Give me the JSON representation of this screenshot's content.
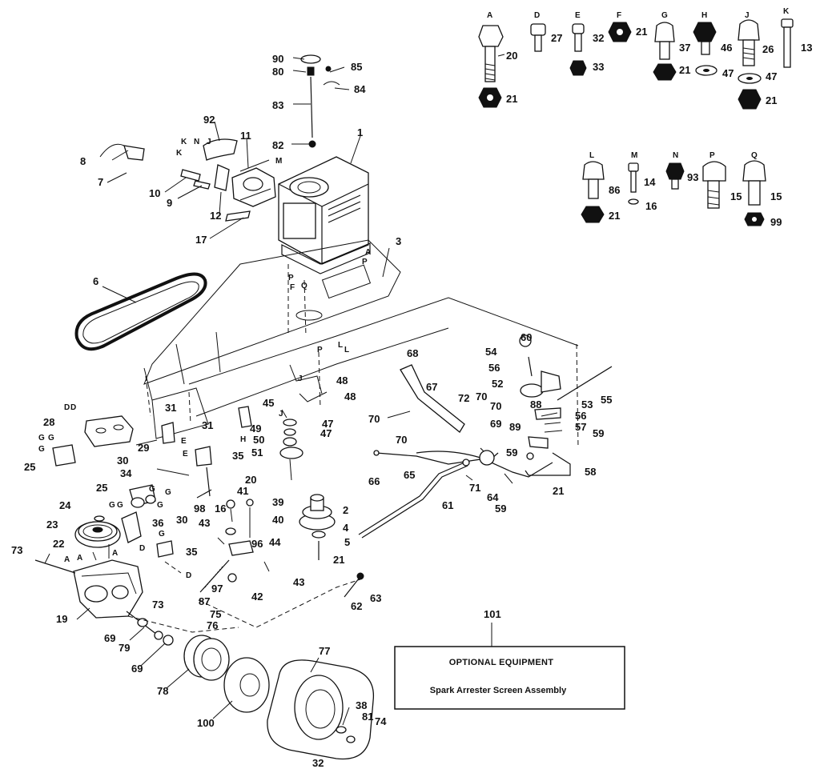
{
  "labels": {
    "hw_A": "A",
    "hw_D": "D",
    "hw_E": "E",
    "hw_F": "F",
    "hw_G": "G",
    "hw_H": "H",
    "hw_J": "J",
    "hw_K": "K",
    "hw_L": "L",
    "hw_M": "M",
    "hw_N": "N",
    "hw_P": "P",
    "hw_Q": "Q",
    "n20": "20",
    "n21a": "21",
    "n27": "27",
    "n32a": "32",
    "n33": "33",
    "n21b": "21",
    "n37": "37",
    "n21c": "21",
    "n46": "46",
    "n47a": "47",
    "n26": "26",
    "n47b": "47",
    "n21d": "21",
    "n13": "13",
    "n86": "86",
    "n21e": "21",
    "n14": "14",
    "n16a": "16",
    "n93": "93",
    "n15a": "15",
    "n15b": "15",
    "n99": "99",
    "n90": "90",
    "n80": "80",
    "n85": "85",
    "n84": "84",
    "n83": "83",
    "n82": "82",
    "n92": "92",
    "n11": "11",
    "n1": "1",
    "n8": "8",
    "n7": "7",
    "n10": "10",
    "n9": "9",
    "n12": "12",
    "n17": "17",
    "n3": "3",
    "n6": "6",
    "n68": "68",
    "n67": "67",
    "n72": "72",
    "n70a": "70",
    "n70b": "70",
    "n70c": "70",
    "n70d": "70",
    "n60": "60",
    "n54": "54",
    "n56a": "56",
    "n52": "52",
    "n55": "55",
    "n88a": "88",
    "n53": "53",
    "n56b": "56",
    "n57": "57",
    "n89": "89",
    "n59a": "59",
    "n69a": "69",
    "n59b": "59",
    "n58": "58",
    "n21f": "21",
    "n66": "66",
    "n65": "65",
    "n71": "71",
    "n61": "61",
    "n64": "64",
    "n59c": "59",
    "n48a": "48",
    "n48b": "48",
    "n45": "45",
    "n49": "49",
    "n47c": "47",
    "n47d": "47",
    "n50": "50",
    "n51": "51",
    "n28": "28",
    "n31a": "31",
    "n29": "29",
    "n30a": "30",
    "n31b": "31",
    "n35a": "35",
    "n34": "34",
    "n25a": "25",
    "n20b": "20",
    "n41": "41",
    "n39": "39",
    "n98": "98",
    "n16b": "16",
    "n40": "40",
    "n30b": "30",
    "n43a": "43",
    "n2": "2",
    "n4": "4",
    "n5": "5",
    "n44": "44",
    "n96": "96",
    "n43b": "43",
    "n42": "42",
    "n97": "97",
    "n87": "87",
    "n25b": "25",
    "n24": "24",
    "n36": "36",
    "n23": "23",
    "n22": "22",
    "n35b": "35",
    "n73a": "73",
    "n73b": "73",
    "n19": "19",
    "n75": "75",
    "n76": "76",
    "n69b": "69",
    "n79": "79",
    "n69c": "69",
    "n21g": "21",
    "n62": "62",
    "n63": "63",
    "n101": "101",
    "n77": "77",
    "n78": "78",
    "n100": "100",
    "n38": "38",
    "n81": "81",
    "n74": "74",
    "n32b": "32",
    "k1": "K",
    "k2": "K",
    "n_a": "N",
    "j_a": "J",
    "m_a": "M",
    "d1": "D",
    "d2": "D",
    "d3": "D",
    "d4": "D",
    "a1": "A",
    "a2": "A",
    "a3": "A",
    "a4": "A",
    "p1": "P",
    "p2": "P",
    "p3": "P",
    "f1": "F",
    "q1": "Q",
    "l1": "L",
    "l2": "L",
    "j1": "J",
    "j2": "J",
    "h1": "H",
    "e1": "E",
    "e2": "E",
    "g1": "G",
    "g2": "G",
    "g3": "G",
    "g4": "G",
    "g5": "G",
    "g6": "G",
    "g7": "G",
    "g8": "G",
    "g9": "G"
  },
  "note": {
    "title": "OPTIONAL EQUIPMENT",
    "text": "Spark Arrester Screen Assembly"
  }
}
